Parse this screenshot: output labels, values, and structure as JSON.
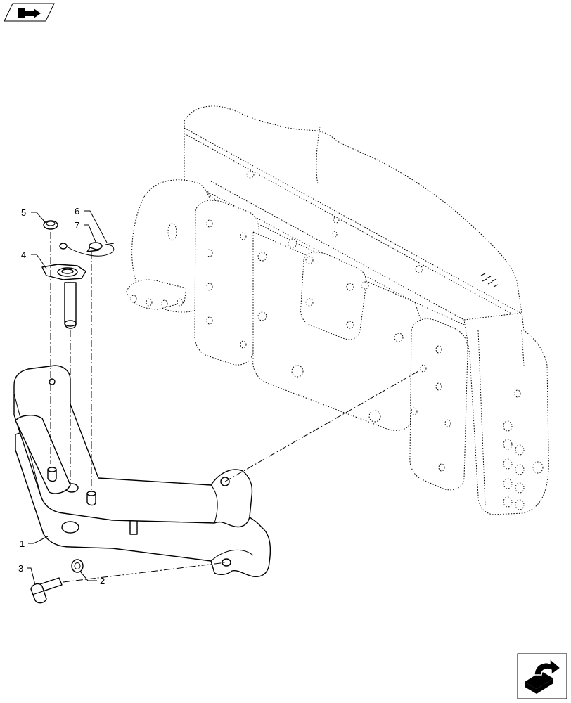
{
  "callouts": [
    {
      "id": "1",
      "label": "1"
    },
    {
      "id": "2",
      "label": "2"
    },
    {
      "id": "3",
      "label": "3"
    },
    {
      "id": "4",
      "label": "4"
    },
    {
      "id": "5",
      "label": "5"
    },
    {
      "id": "6",
      "label": "6"
    },
    {
      "id": "7",
      "label": "7"
    }
  ],
  "icons": {
    "top_left": "book-arrow-icon",
    "bottom_right": "next-page-arrow-icon"
  },
  "colors": {
    "line": "#000000",
    "background": "#ffffff"
  }
}
